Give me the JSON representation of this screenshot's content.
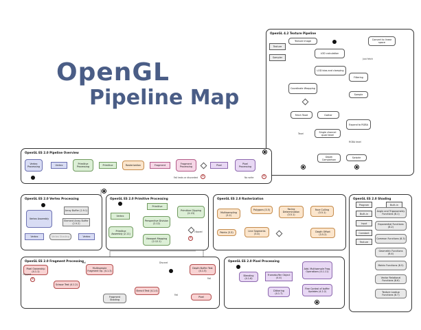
{
  "title": {
    "line1": "OpenGL",
    "line2": "Pipeline Map"
  },
  "texture_panel": {
    "title": "OpenGL 4.2 Texture Pipeline",
    "texture_label": "Texture",
    "sampler_label": "Sampler",
    "texture_image": "Texture Image",
    "lod_calc": "LOD calculation",
    "lod_bias": "LOD bias and clamping",
    "coord_wrap": "Coordinate Wrapping",
    "fetch": "Fetch Texel",
    "gather": "Gather",
    "texel": "Texel",
    "single_quad": "Single channel quad texel",
    "depth_cmp": "Depth Comparison",
    "convert_linear": "Convert to linear space",
    "just_fetch": "Just fetch",
    "filtering": "Filtering",
    "sample": "Sample",
    "expand_rgba": "Expand to RGBA",
    "rgba_texel": "RGBA texel",
    "swizzle": "Swizzle"
  },
  "overview_panel": {
    "title": "OpenGL ES 2.0 Pipeline Overview",
    "stages": [
      "Vertex Processing",
      "Vertex",
      "Primitive Processing",
      "Primitive",
      "Rasterization",
      "Fragment",
      "Fragment Processing",
      "Pixel",
      "Pixel Processing"
    ],
    "fail_note": "Fail tests or discarded",
    "no_write_note": "No write"
  },
  "vertex_panel": {
    "title": "OpenGL ES 2.0 Vertex Processing",
    "array_buffer": "Array Buffer (2.9.1)",
    "element_buffer": "Element Array Buffer (2.9.2)",
    "assembly": "Vertex Assembly",
    "vertex_left": "Vertex",
    "vertex_shading": "Vertex Shading",
    "vertex_right": "Vertex"
  },
  "primitive_panel": {
    "title": "OpenGL ES 2.0 Primitive Processing",
    "vertex": "Vertex",
    "primitive": "Primitive",
    "primitive_assembly": "Primitive Assembly (2.11)",
    "perspective": "Perspective Division (2.12)",
    "viewport": "Viewport Mapping (2.12.1)",
    "clipping": "Primitive Clipping (2.13)",
    "clipped": "clipped"
  },
  "raster_panel": {
    "title": "OpenGL ES 2.0 Rasterization",
    "multisampling": "Multisampling (3.2)",
    "polygons": "Polygons (3.5)",
    "facing": "Facing Determination (3.5.1)",
    "face_culling": "Face Culling (3.5.1)",
    "points": "Points (3.3)",
    "line_segments": "Line Segments (3.4)",
    "depth_offset": "Depth Offset (3.5.2)"
  },
  "shading_panel": {
    "title": "OpenGL ES 2.0 Shading",
    "program": "Program",
    "built_in_top": "Built-in",
    "built_in": "Built-in",
    "input": "Input",
    "output": "Output",
    "constant": "Constant",
    "texture": "Texture",
    "functions": [
      "Angle and Trigonometry Functions (8.1)",
      "Exponential Functions (8.2)",
      "Common Functions (8.3)",
      "Geometric Functions (8.4)",
      "Matrix Functions (8.5)",
      "Vector Relational Functions (8.6)",
      "Texture Lookup Functions (8.7)"
    ]
  },
  "fragment_panel": {
    "title": "OpenGL ES 2.0 Fragment Processing",
    "pixel_ownership": "Pixel Ownership (4.1.1)",
    "clipped": "Clipped",
    "scissor": "Scissor Test (4.1.2)",
    "fail1": "Fail",
    "multisample": "Multisample Fragment Op. (4.1.3)",
    "discard": "Discard",
    "depth_buffer": "Depth Buffer Test (4.1.5)",
    "stencil": "Stencil Test (4.1.4)",
    "fragment_shading": "Fragment Shading",
    "fail2": "Fail",
    "fail3": "Fail",
    "pixel": "Pixel"
  },
  "pixel_panel": {
    "title": "OpenGL ES 2.0 Pixel Processing",
    "blending": "Blending (4.1.6)",
    "framebuffer": "Framebuffer Object (4.4)",
    "dithering": "Dithering (4.1.7)",
    "add_multisample": "Add. Multisample Frag. Operations (4.1.11)",
    "fine_control": "Fine Control of buffer Updates (4.2.2)"
  }
}
